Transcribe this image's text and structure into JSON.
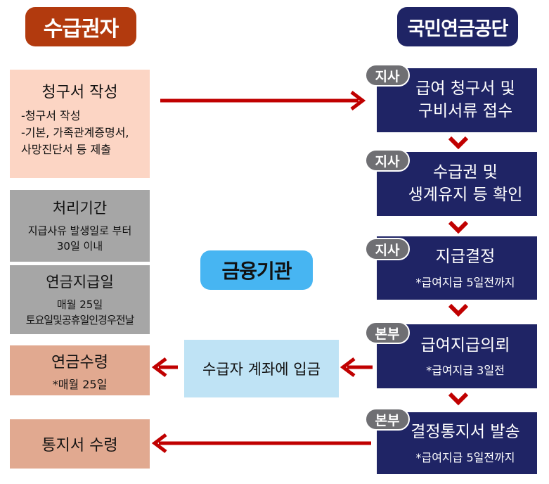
{
  "headers": {
    "left": "수급권자",
    "right": "국민연금공단"
  },
  "left": {
    "claim": {
      "title": "청구서 작성",
      "lines": [
        "-청구서 작성",
        "-기본, 가족관계증명서,",
        "사망진단서 등 제출"
      ]
    },
    "processing": {
      "title": "처리기간",
      "lines": [
        "지급사유 발생일로 부터",
        "30일 이내"
      ]
    },
    "payday": {
      "title": "연금지급일",
      "lines": [
        "매월 25일",
        "토요일및공휴일인경우전날"
      ]
    },
    "receive": {
      "title": "연금수령",
      "note": "*매월 25일"
    },
    "notice": {
      "title": "통지서 수령"
    }
  },
  "middle": {
    "bank": "금융기관",
    "deposit": "수급자 계좌에 입금"
  },
  "steps": [
    {
      "badge": "지사",
      "lines": [
        "급여 청구서 및",
        "구비서류 접수"
      ],
      "note": ""
    },
    {
      "badge": "지사",
      "lines": [
        "수급권 및",
        "생계유지 등 확인"
      ],
      "note": ""
    },
    {
      "badge": "지사",
      "lines": [
        "지급결정"
      ],
      "note": "*급여지급 5일전까지"
    },
    {
      "badge": "본부",
      "lines": [
        "급여지급의뢰"
      ],
      "note": "*급여지급 3일전"
    },
    {
      "badge": "본부",
      "lines": [
        "결정통지서 발송"
      ],
      "note": "*급여지급 5일전까지"
    }
  ],
  "colors": {
    "header_left": "#b23a0e",
    "header_right": "#1f2465",
    "bank_bg": "#47b5f2",
    "deposit_bg": "#bfe3f5",
    "arrow": "#c00000",
    "navy": "#1f2465"
  }
}
